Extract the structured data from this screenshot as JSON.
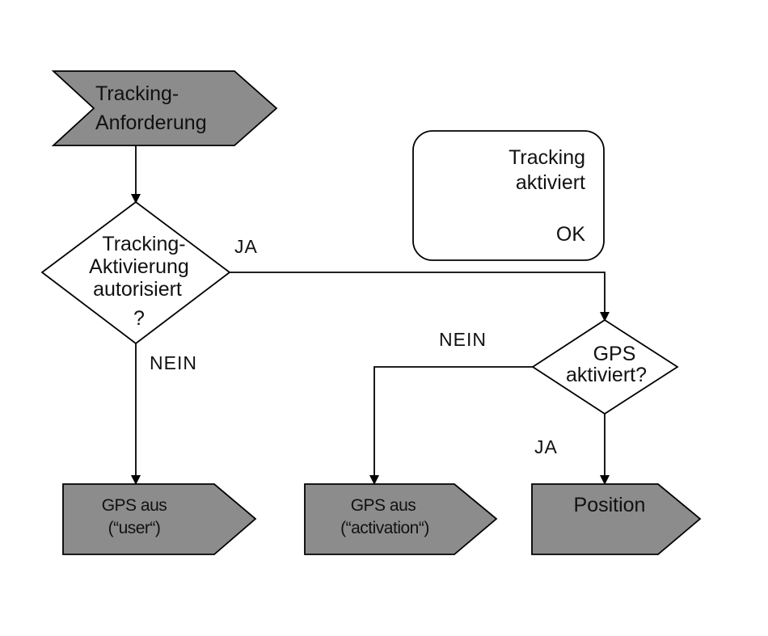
{
  "colors": {
    "fill": "#8c8c8c",
    "stroke": "#000000",
    "background": "#ffffff",
    "text": "#111111"
  },
  "nodes": {
    "start": {
      "line1": "Tracking-",
      "line2": "Anforderung"
    },
    "decision_auth": {
      "line1": "Tracking-",
      "line2": "Aktivierung",
      "line3": "autorisiert",
      "line4": "?"
    },
    "status_box": {
      "line1": "Tracking",
      "line2": "aktiviert",
      "line3": "OK"
    },
    "decision_gps": {
      "line1": "GPS",
      "line2": "aktiviert?"
    },
    "end_user": {
      "line1": "GPS aus",
      "line2": "(“user“)"
    },
    "end_activation": {
      "line1": "GPS aus",
      "line2": "(“activation“)"
    },
    "end_position": {
      "line1": "Position"
    }
  },
  "edges": {
    "auth_yes": "JA",
    "auth_no": "NEIN",
    "gps_no": "NEIN",
    "gps_yes": "JA"
  }
}
